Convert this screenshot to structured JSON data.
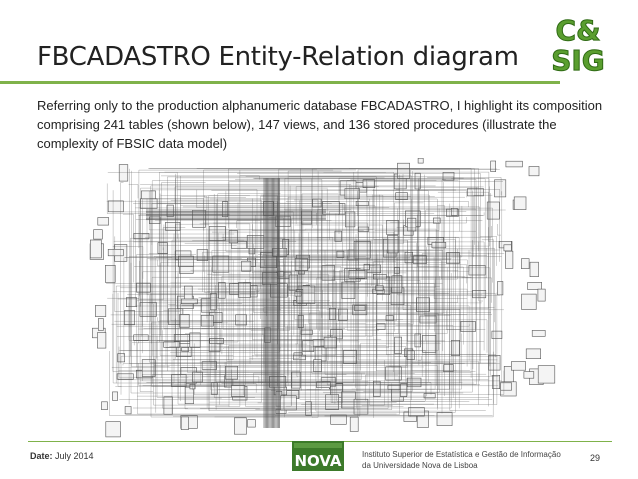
{
  "slide": {
    "title": "FBCADASTRO Entity-Relation diagram",
    "body": "Referring only to the production alphanumeric database FBCADASTRO, I highlight its composition comprising 241 tables (shown below), 147 views, and 136 stored procedures (illustrate the complexity of FBSIC data model)"
  },
  "logo": {
    "line1": "C&",
    "line2": "SIG",
    "color": "#5a9e2f"
  },
  "footer": {
    "date_label": "Date:",
    "date_value": "July 2014",
    "university_logo_text": "NOVA",
    "institute_line1": "Instituto Superior de Estatística e Gestão de Informação",
    "institute_line2": "da Universidade Nova de Lisboa",
    "page_number": "29"
  },
  "colors": {
    "accent": "#7fb24a",
    "diagram_lines": "#555555"
  }
}
